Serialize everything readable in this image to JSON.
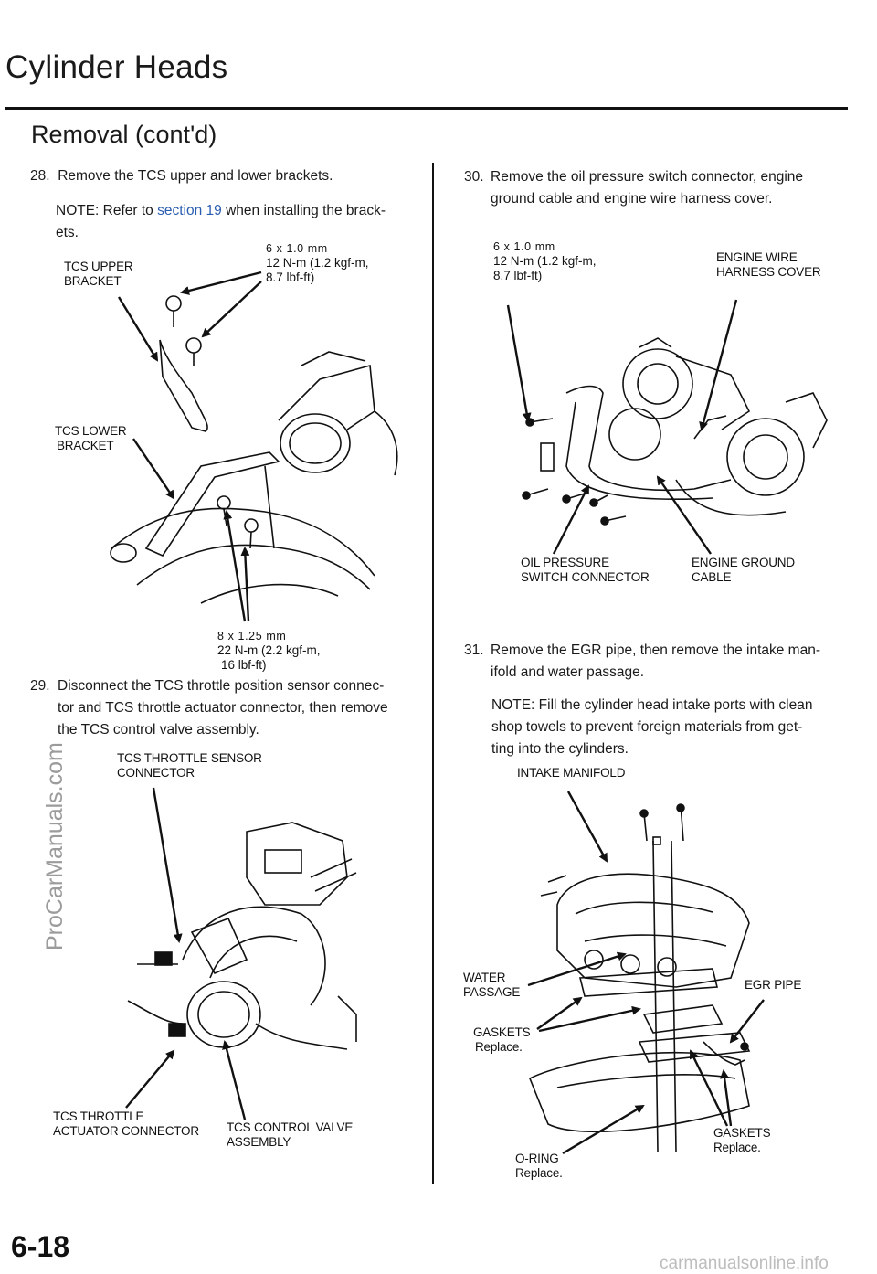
{
  "header": {
    "title": "Cylinder Heads",
    "subtitle": "Removal (cont'd)"
  },
  "left": {
    "step28": {
      "number": "28.",
      "text": "Remove the TCS upper and lower brackets.",
      "note_prefix": "NOTE:  Refer to ",
      "note_link": "section 19",
      "note_suffix": " when installing the brack-",
      "note_line2": "ets."
    },
    "fig1": {
      "upper_bracket": [
        "TCS UPPER",
        "BRACKET"
      ],
      "torque_top": [
        "6 x 1.0 mm",
        "12 N-m (1.2 kgf-m,",
        "8.7 lbf-ft)"
      ],
      "lower_bracket": [
        "TCS LOWER",
        "BRACKET"
      ],
      "torque_bottom": [
        "8 x 1.25 mm",
        "22 N-m  (2.2 kgf-m,",
        "16 lbf-ft)"
      ]
    },
    "step29": {
      "number": "29.",
      "lines": [
        "Disconnect the TCS throttle position sensor connec-",
        "tor and TCS throttle actuator connector, then remove",
        "the TCS control valve assembly."
      ]
    },
    "fig2": {
      "sensor_connector": [
        "TCS THROTTLE SENSOR",
        "CONNECTOR"
      ],
      "actuator_connector": [
        "TCS THROTTLE",
        "ACTUATOR  CONNECTOR"
      ],
      "control_valve": [
        "TCS CONTROL  VALVE",
        "ASSEMBLY"
      ]
    }
  },
  "right": {
    "step30": {
      "number": "30.",
      "lines": [
        "Remove  the  oil  pressure  switch  connector,  engine",
        "ground cable and engine wire harness cover."
      ]
    },
    "fig3": {
      "torque": [
        "6 x 1.0 mm",
        "12 N-m (1.2 kgf-m,",
        "8.7 lbf-ft)"
      ],
      "harness_cover": [
        "ENGINE  WIRE",
        "HARNESS COVER"
      ],
      "oil_pressure": [
        "OIL PRESSURE",
        "SWITCH  CONNECTOR"
      ],
      "ground_cable": [
        "ENGINE   GROUND",
        "CABLE"
      ]
    },
    "step31": {
      "number": "31.",
      "lines": [
        "Remove the EGR pipe, then remove the intake man-",
        "ifold and water passage."
      ],
      "note": [
        "NOTE:  Fill the cylinder head intake ports with clean",
        "shop  towels  to  prevent  foreign  materials  from  get-",
        "ting  into  the  cylinders."
      ]
    },
    "fig4": {
      "intake_manifold": "INTAKE  MANIFOLD",
      "water_passage": [
        "WATER",
        "PASSAGE"
      ],
      "egr_pipe": "EGR PIPE",
      "gaskets_left": [
        "GASKETS",
        "Replace."
      ],
      "gaskets_right": [
        "GASKETS",
        "Replace."
      ],
      "o_ring": [
        "O-RING",
        "Replace."
      ]
    }
  },
  "footer": {
    "page_number": "6-18",
    "site": "carmanualsonline.info",
    "watermark": "ProCarManuals.com"
  },
  "colors": {
    "link": "#2a5db0",
    "text": "#1a1a1a",
    "watermark": "#9b9b9b",
    "footer_url": "#bdbdbd"
  }
}
